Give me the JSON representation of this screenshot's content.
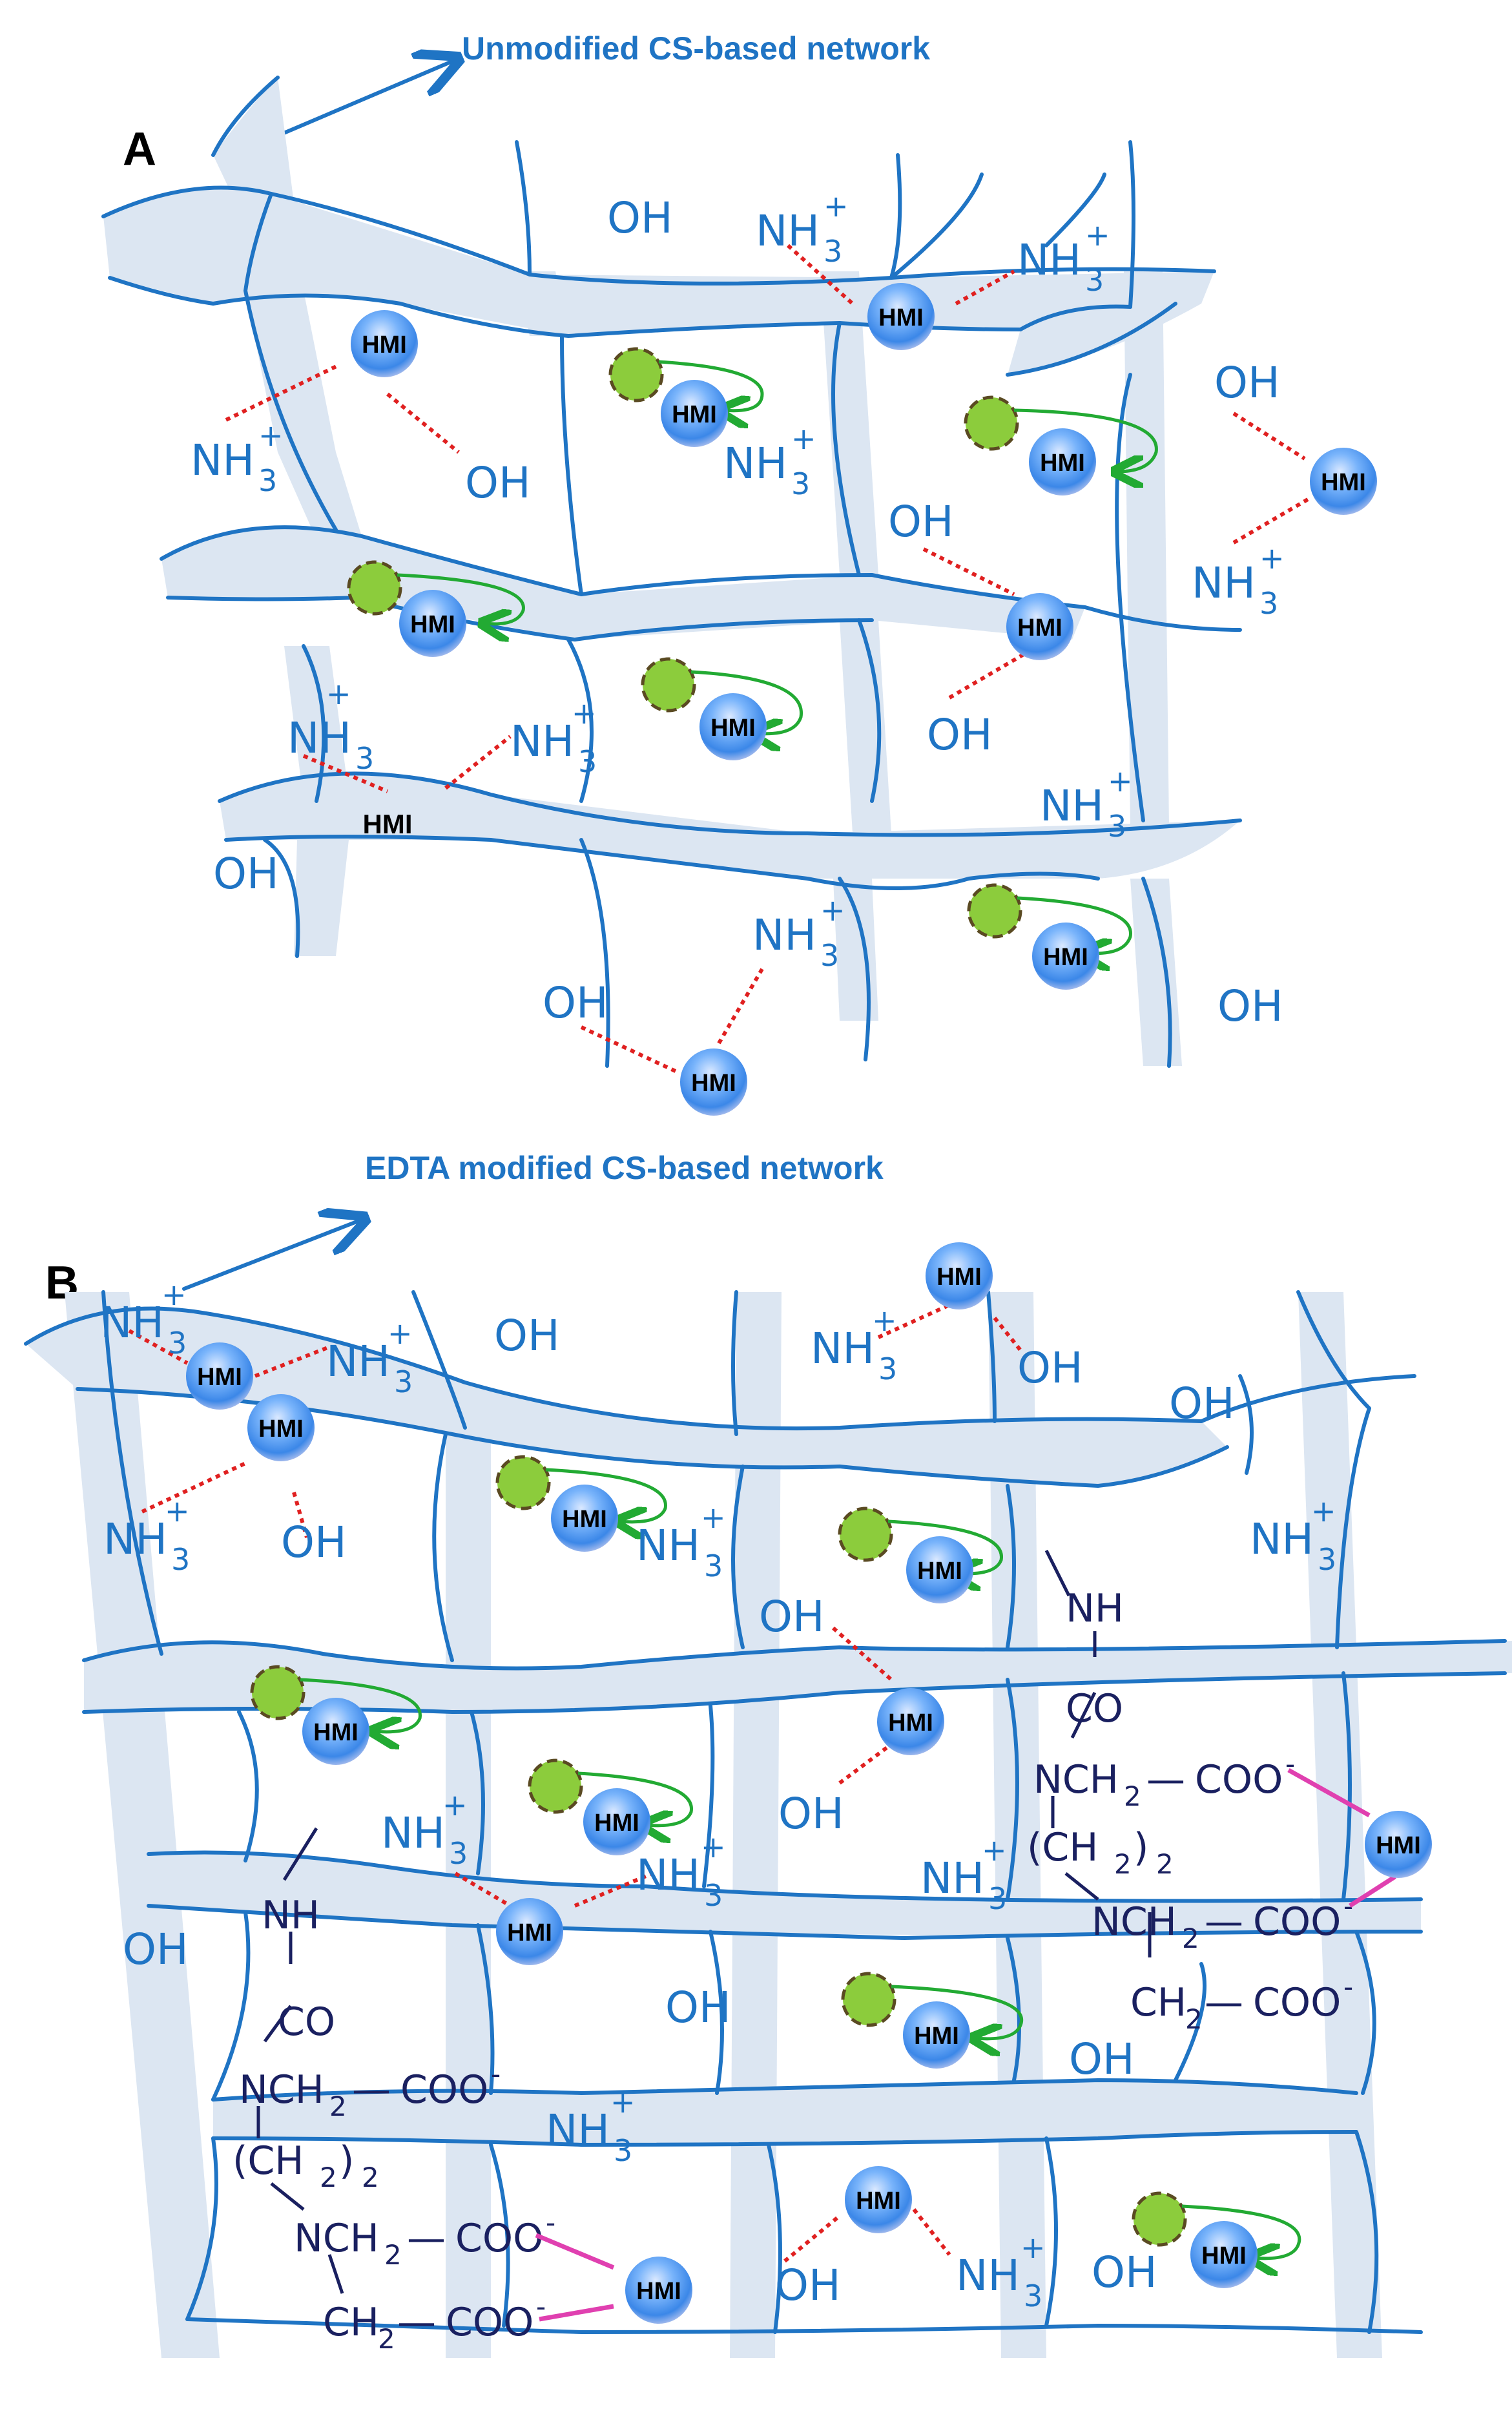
{
  "panel_a": {
    "label": "A",
    "title": "Unmodified CS-based network"
  },
  "panel_b": {
    "label": "B",
    "title": "EDTA modified CS-based network"
  },
  "species": {
    "hmi": "HMI",
    "oh": "OH",
    "nh": "NH",
    "nh3_sub": "3",
    "nh3_sup": "+",
    "co": "CO",
    "nch": "NCH",
    "ch": "CH",
    "coo": "COO",
    "coo_sup": "-",
    "ch2_sub": "2",
    "ch2_paren": "(CH",
    "ch2_paren_close": ")",
    "dash": "—",
    "bar": "|"
  },
  "colors": {
    "network": "#1f74c4",
    "band": "#dce6f2",
    "edta_text": "#1a2060",
    "hbond": "#e02020",
    "chelation": "#e040b0",
    "ion_arrow": "#22aa33",
    "ion": "#8ccc3c",
    "hmi_sphere": "#5aa0f0"
  },
  "icons": {
    "hmi": "blue-sphere",
    "free_ion": "green-dashed-sphere",
    "diffusion": "green-curved-arrow"
  }
}
